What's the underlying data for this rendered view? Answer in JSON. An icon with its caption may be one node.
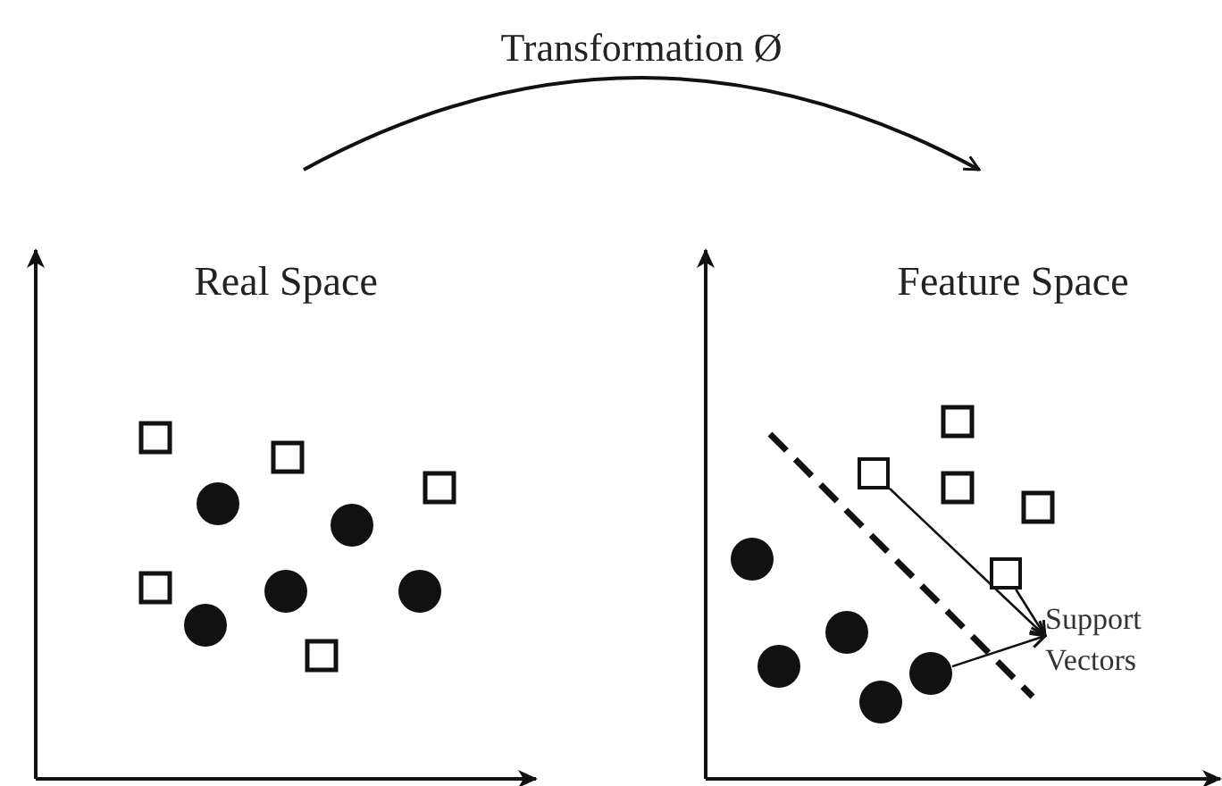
{
  "diagram": {
    "nodes": [
      {
        "text": [
          "Real Space"
        ]
      },
      {
        "text": [
          "Feature Space"
        ]
      },
      {
        "text": [
          "Support Vectors"
        ],
        "in": 1
      },
      {
        "text": [],
        "shape": "box",
        "in": 1
      },
      {
        "text": [],
        "shape": "box",
        "in": 1
      },
      {
        "text": [],
        "shape": "circle",
        "in": 1
      }
    ],
    "edges": [
      {
        "from": 0,
        "to": 1,
        "arrow": "to",
        "label": "Transformation Ø"
      },
      {
        "from": 3,
        "to": 2,
        "arrow": "to"
      },
      {
        "from": 4,
        "to": 2,
        "arrow": "to"
      },
      {
        "from": 5,
        "to": 2,
        "arrow": "to"
      }
    ]
  }
}
